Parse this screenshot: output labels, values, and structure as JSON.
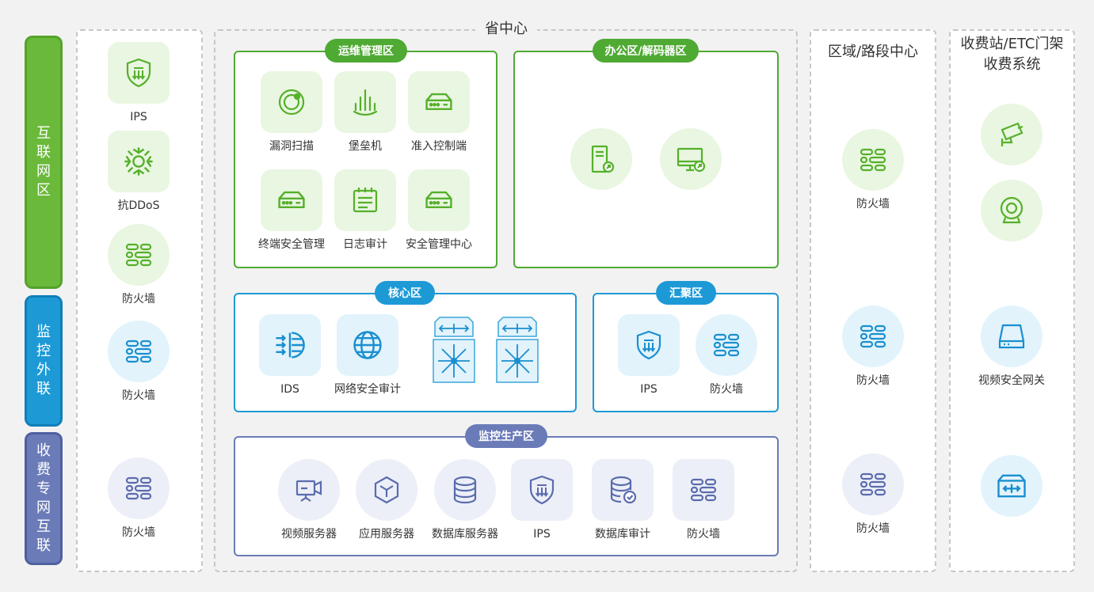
{
  "colors": {
    "green": "#6ab93b",
    "blue": "#1d9ad6",
    "purple": "#6a7bb8",
    "greenIcon": "#55b02a",
    "blueIcon": "#1a8fd0",
    "purpleIcon": "#5a6cae"
  },
  "side_tabs": {
    "internet": "互联网区",
    "monitor": "监控外联",
    "toll": "收费专网互联"
  },
  "left_col": {
    "ips": "IPS",
    "ddos": "抗DDoS",
    "fw1": "防火墙",
    "fw2": "防火墙",
    "fw3": "防火墙"
  },
  "province": {
    "title": "省中心",
    "ops": {
      "title": "运维管理区",
      "items": [
        "漏洞扫描",
        "堡垒机",
        "准入控制端",
        "终端安全管理",
        "日志审计",
        "安全管理中心"
      ]
    },
    "office": {
      "title": "办公区/解码器区"
    },
    "core": {
      "title": "核心区",
      "ids": "IDS",
      "audit": "网络安全审计"
    },
    "agg": {
      "title": "汇聚区",
      "ips": "IPS",
      "fw": "防火墙"
    },
    "prod": {
      "title": "监控生产区",
      "items": [
        "视频服务器",
        "应用服务器",
        "数据库服务器",
        "IPS",
        "数据库审计",
        "防火墙"
      ]
    }
  },
  "region": {
    "title": "区域/路段中心",
    "fw1": "防火墙",
    "fw2": "防火墙",
    "fw3": "防火墙"
  },
  "toll": {
    "title_line1": "收费站/ETC门架",
    "title_line2": "收费系统",
    "gateway": "视频安全网关"
  }
}
